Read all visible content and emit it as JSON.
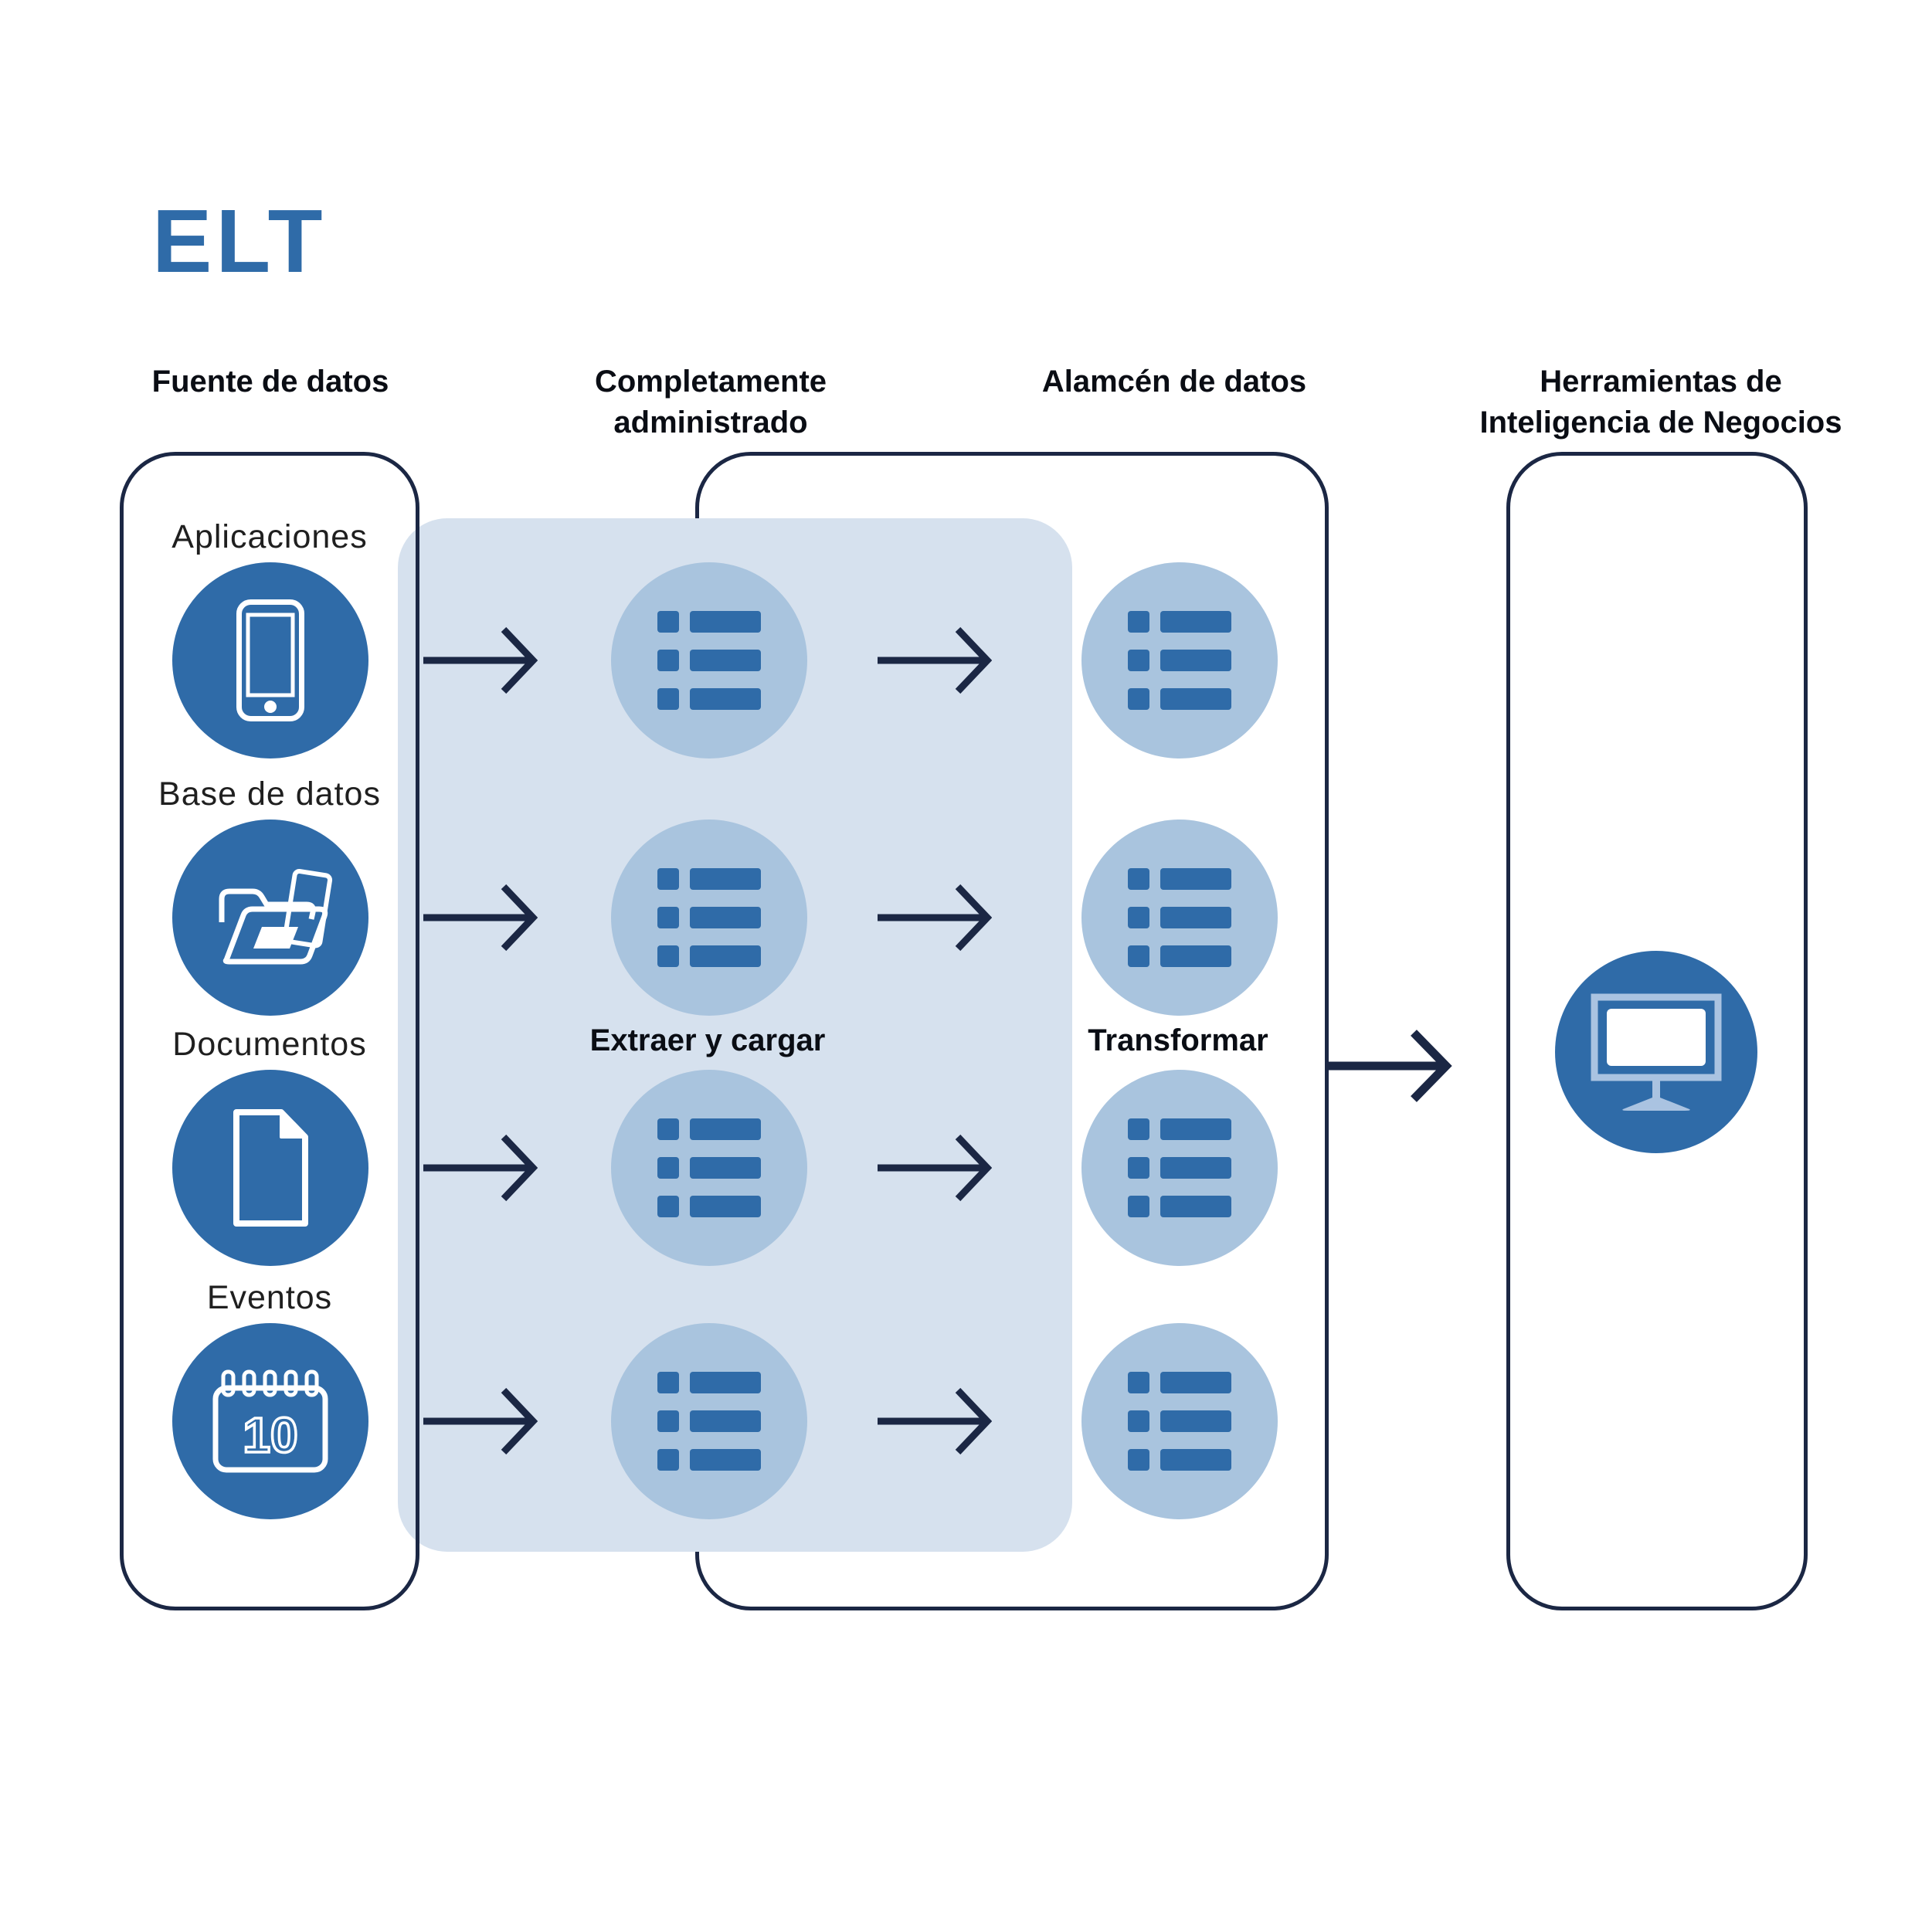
{
  "title": "ELT",
  "headers": {
    "sources": {
      "lines": [
        "Fuente de datos",
        ""
      ]
    },
    "managed": {
      "lines": [
        "Completamente",
        "administrado"
      ]
    },
    "warehouse": {
      "lines": [
        "Alamcén de datos",
        ""
      ]
    },
    "bi": {
      "lines": [
        "Herramientas de",
        "Inteligencia de Negocios"
      ]
    }
  },
  "sources": [
    {
      "label": "Aplicaciones",
      "icon": "smartphone-icon"
    },
    {
      "label": "Base de datos",
      "icon": "folder-icon"
    },
    {
      "label": "Documentos",
      "icon": "document-icon"
    },
    {
      "label": "Eventos",
      "icon": "calendar-icon"
    }
  ],
  "calendar_number": "10",
  "stage_labels": {
    "extract_load": "Extraer y cargar",
    "transform": "Transformar"
  },
  "icons": {
    "bi_tool": "monitor-icon",
    "dataset": "list-icon"
  },
  "colors": {
    "accent_blue": "#2f6ba8",
    "light_circle": "#a9c4de",
    "panel": "#d6e1ee",
    "navy": "#1b2744",
    "monitor_light": "#aac3e1"
  }
}
